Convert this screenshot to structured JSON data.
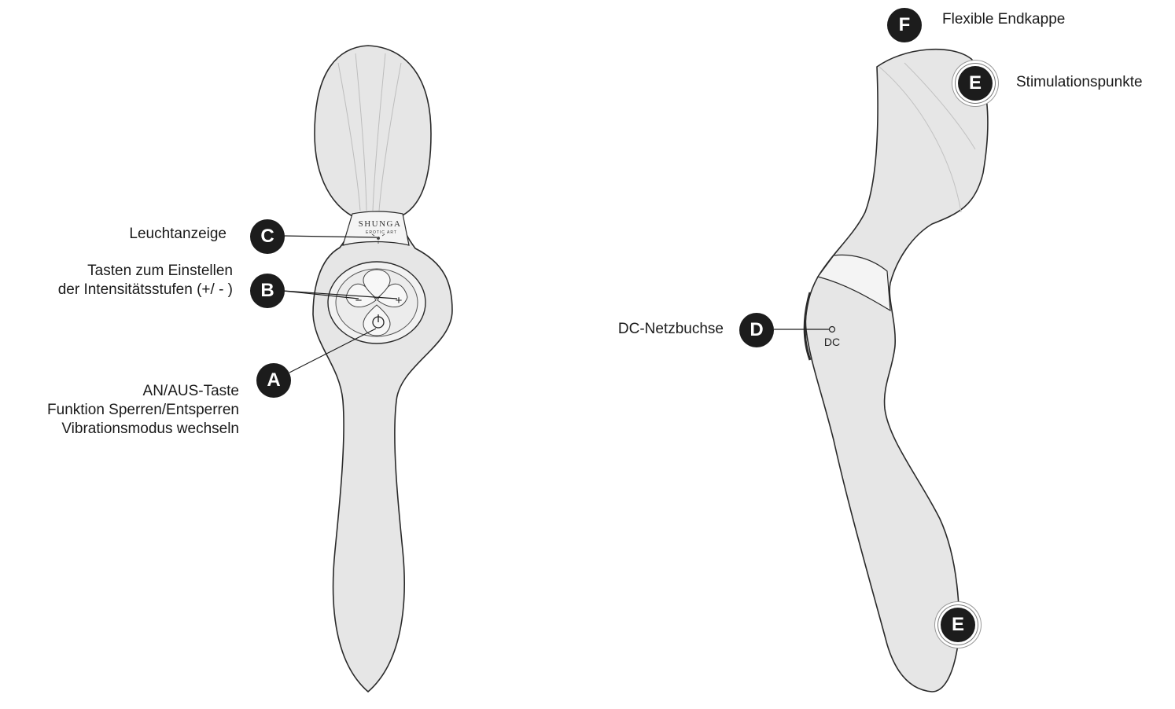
{
  "colors": {
    "body_fill": "#e6e6e6",
    "outline": "#2a2a2a",
    "marker_fill": "#1c1c1c",
    "marker_text": "#ffffff"
  },
  "markers": {
    "a": "A",
    "b": "B",
    "c": "C",
    "d": "D",
    "e_top": "E",
    "e_bottom": "E",
    "f": "F"
  },
  "labels": {
    "leuchtanzeige": "Leuchtanzeige",
    "tasten_line1": "Tasten zum Einstellen",
    "tasten_line2": "der Intensitätsstufen (+/ - )",
    "onoff_line1": "AN/AUS-Taste",
    "onoff_line2": "Funktion Sperren/Entsperren",
    "onoff_line3": "Vibrationsmodus wechseln",
    "dc_netzbuchse": "DC-Netzbuchse",
    "flexible_endkappe": "Flexible Endkappe",
    "stimulationspunkte": "Stimulationspunkte"
  },
  "device": {
    "brand": "SHUNGA",
    "brand_sub": "EROTIC ART",
    "button_minus": "−",
    "button_plus": "+",
    "power_icon": "power-icon",
    "dc_port_label": "DC"
  }
}
